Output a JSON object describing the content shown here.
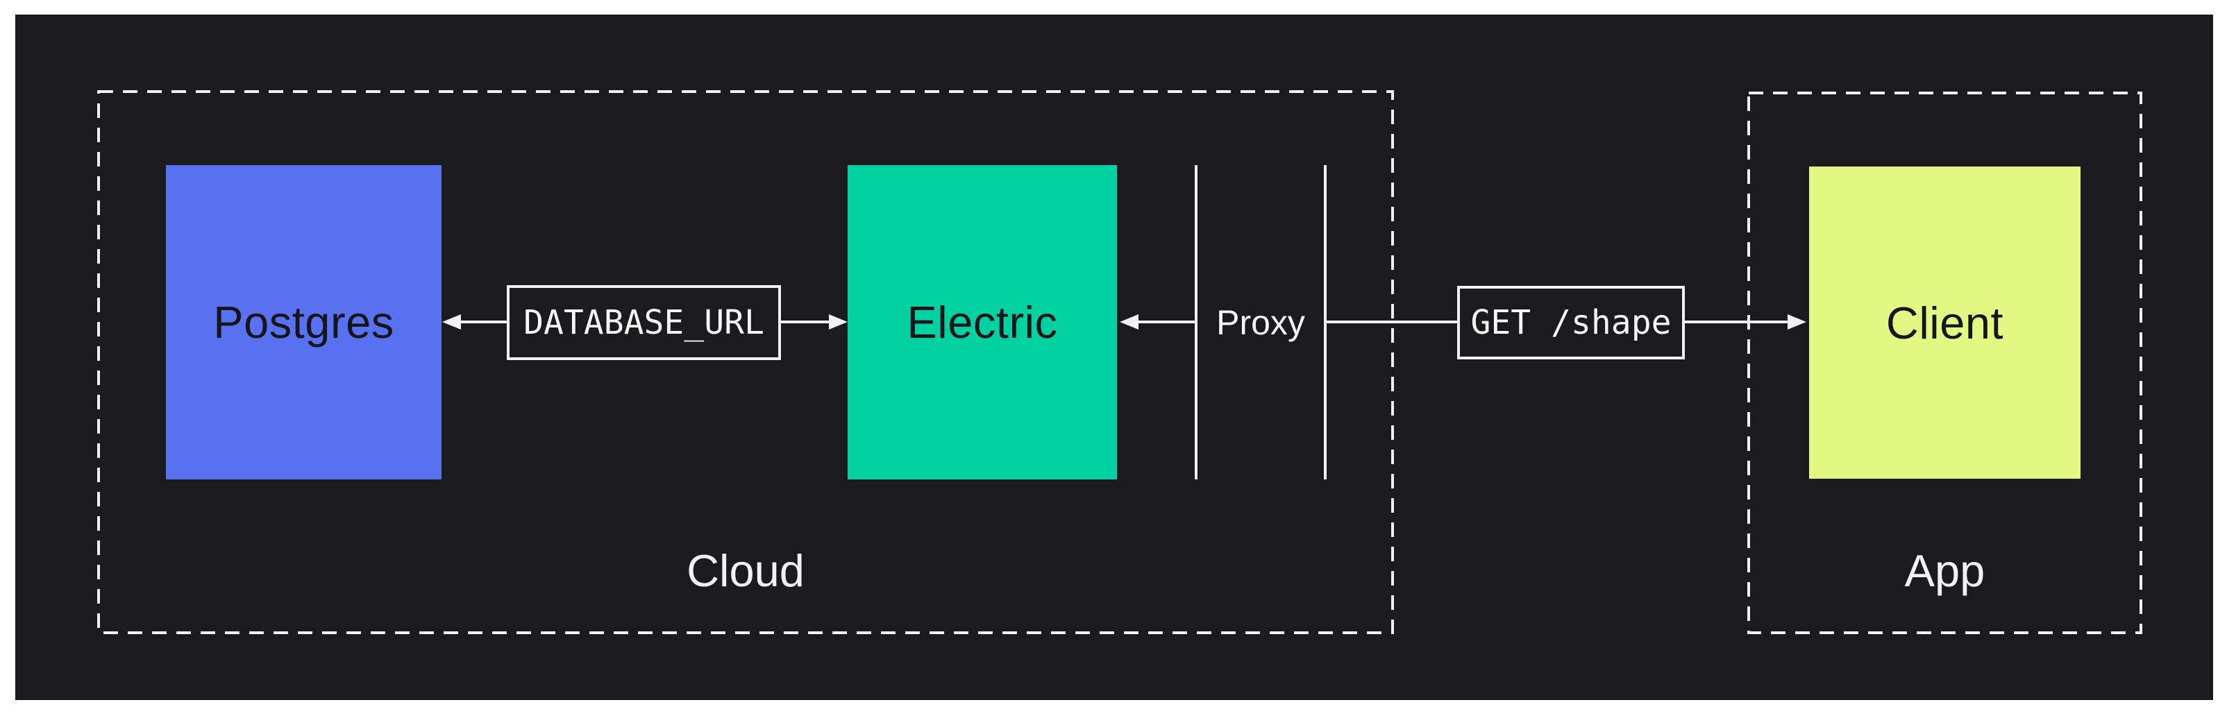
{
  "page": {
    "background": "#ffffff",
    "panel_background": "#1a1a1f"
  },
  "diagram": {
    "groups": {
      "cloud": {
        "label": "Cloud"
      },
      "app": {
        "label": "App"
      }
    },
    "nodes": {
      "postgres": {
        "label": "Postgres",
        "color": "#5871f0"
      },
      "electric": {
        "label": "Electric",
        "color": "#02d1a1"
      },
      "client": {
        "label": "Client",
        "color": "#e2fa84"
      }
    },
    "connectors": {
      "database_url": {
        "label": "DATABASE_URL"
      },
      "get_shape": {
        "label": "GET /shape"
      },
      "proxy": {
        "label": "Proxy"
      }
    },
    "palette": {
      "line": "#f2f2f2",
      "label_text": "#f7f7f7",
      "node_text": "#16161a"
    }
  }
}
